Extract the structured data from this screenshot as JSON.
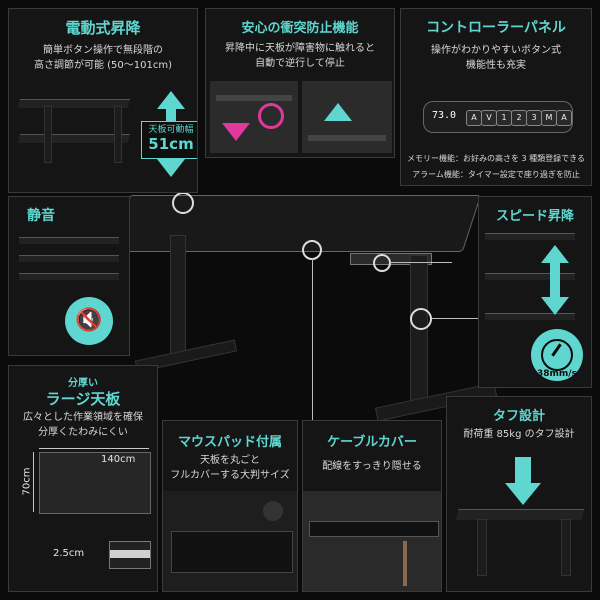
{
  "panels": {
    "electric": {
      "title": "電動式昇降",
      "line1": "簡単ボタン操作で無段階の",
      "line2": "高さ調節が可能 (50〜101cm)",
      "badge_top": "天板可動幅",
      "badge_value": "51cm"
    },
    "anti_collision": {
      "title": "安心の衝突防止機能",
      "line1": "昇降中に天板が障害物に触れると",
      "line2": "自動で逆行して停止"
    },
    "controller": {
      "title": "コントローラーパネル",
      "line1": "操作がわかりやすいボタン式",
      "line2": "機能性も充実",
      "display": "73.0",
      "buttons": [
        "A",
        "V",
        "1",
        "2",
        "3",
        "M",
        "A"
      ],
      "memory_line": "メモリー機能：お好みの高さを 3 種類登録できる",
      "alarm_line": "アラーム機能：タイマー設定で座り過ぎを防止"
    },
    "silent": {
      "title": "静音"
    },
    "speed": {
      "title": "スピード昇降",
      "speed_value": "38mm/s"
    },
    "large_top": {
      "subtitle": "分厚い",
      "title": "ラージ天板",
      "line1": "広々とした作業領域を確保",
      "line2": "分厚くたわみにくい",
      "width_label": "140cm",
      "depth_label": "70cm",
      "thickness_label": "2.5cm"
    },
    "mousepad": {
      "title": "マウスパッド付属",
      "line1": "天板を丸ごと",
      "line2": "フルカバーする大判サイズ"
    },
    "cable": {
      "title": "ケーブルカバー",
      "line1": "配線をすっきり隠せる"
    },
    "tough": {
      "title": "タフ設計",
      "line1": "耐荷重 85kg のタフ設計"
    }
  },
  "colors": {
    "accent": "#5fd7d0",
    "panel_bg": "#151515",
    "page_bg": "#0b0b0b"
  }
}
